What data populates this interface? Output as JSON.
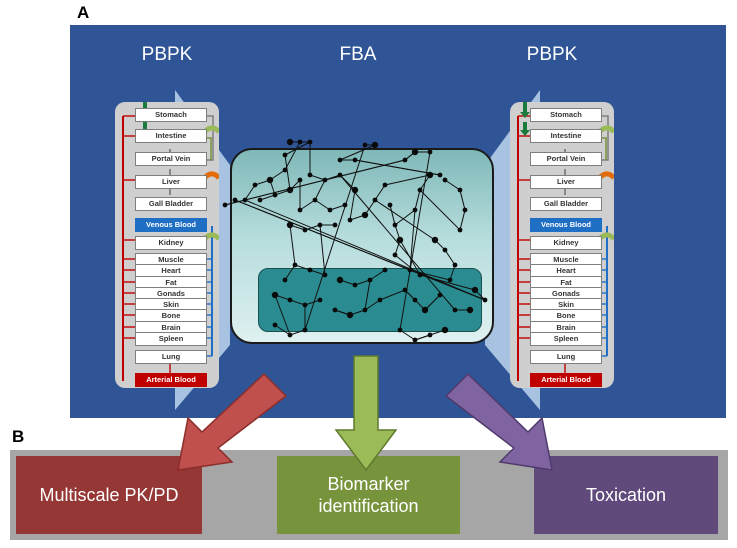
{
  "panel_a_label": "A",
  "panel_b_label": "B",
  "headers": {
    "left": "PBPK",
    "center": "FBA",
    "right": "PBPK"
  },
  "organs": [
    "Stomach",
    "Intestine",
    "Portal Vein",
    "Liver",
    "Gall Bladder",
    "Venous Blood",
    "Kidney",
    "Muscle",
    "Heart",
    "Fat",
    "Gonads",
    "Skin",
    "Bone",
    "Brain",
    "Spleen",
    "Lung",
    "Arterial Blood"
  ],
  "outputs": {
    "pkpd": "Multiscale PK/PD",
    "biomarker_line1": "Biomarker",
    "biomarker_line2": "identification",
    "toxication": "Toxication"
  },
  "colors": {
    "panel_a_bg": "#2f5597",
    "pkpd": "#953735",
    "biomarker": "#77933c",
    "toxication": "#604a7b",
    "arrow_red": "#c0504d",
    "arrow_green": "#9bbb59",
    "arrow_purple": "#8064a2"
  }
}
